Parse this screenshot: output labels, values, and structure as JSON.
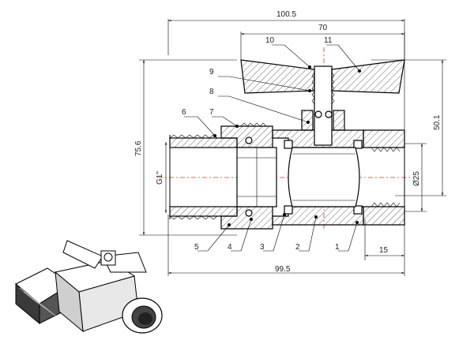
{
  "dimensions": {
    "overall_top": "100.5",
    "handle_width": "70",
    "height_left": "75.6",
    "height_right": "50.1",
    "thread_label": "G1\"",
    "bore_label": "Ø25",
    "overall_bottom": "99.5",
    "thread_length": "15"
  },
  "callouts": [
    {
      "label": "1"
    },
    {
      "label": "2"
    },
    {
      "label": "3"
    },
    {
      "label": "4"
    },
    {
      "label": "5"
    },
    {
      "label": "6"
    },
    {
      "label": "7"
    },
    {
      "label": "8"
    },
    {
      "label": "9"
    },
    {
      "label": "10"
    },
    {
      "label": "11"
    }
  ],
  "colors": {
    "line": "#000000",
    "centerline": "#e0322a",
    "background": "#ffffff"
  },
  "icons": {
    "product_view": "ball-valve-3d-icon"
  }
}
